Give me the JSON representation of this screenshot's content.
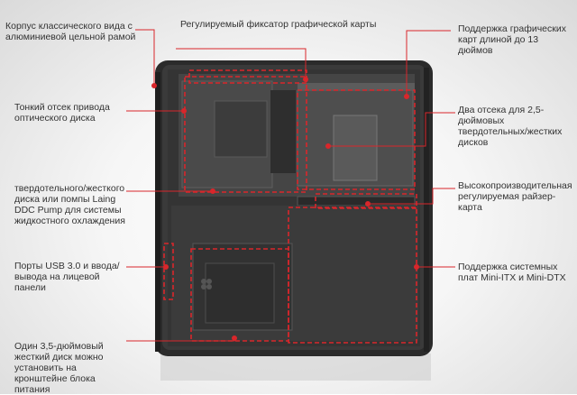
{
  "colors": {
    "leader": "#d9262b",
    "callout_fill": "#d9262b",
    "text": "#333333",
    "case_dark": "#2b2b2b",
    "case_mid": "#3d3d3d",
    "case_edge": "#5a5a5a"
  },
  "labels": {
    "case_classic": "Корпус классического вида с алюминиевой цельной рамой",
    "gpu_bracket": "Регулируемый фиксатор графической карты",
    "gpu_support": "Поддержка графических карт длиной до 13 дюймов",
    "optical_bay": "Тонкий отсек привода оптического диска",
    "bays_25": "Два отсека для 2,5-дюймовых твердотельных/жестких дисков",
    "ssd_pump": "твердотельного/жесткого диска или помпы Laing DDC Pump для системы жидкостного охлаждения",
    "riser": "Высокопроизводительная регулируемая райзер-карта",
    "usb_ports": "Порты USB 3.0 и ввода/вывода на лицевой панели",
    "mobo": "Поддержка системных плат Mini-ITX и Mini-DTX",
    "hdd_psu": "Один 3,5-дюймовый жесткий диск можно установить на кронштейне блока питания"
  }
}
